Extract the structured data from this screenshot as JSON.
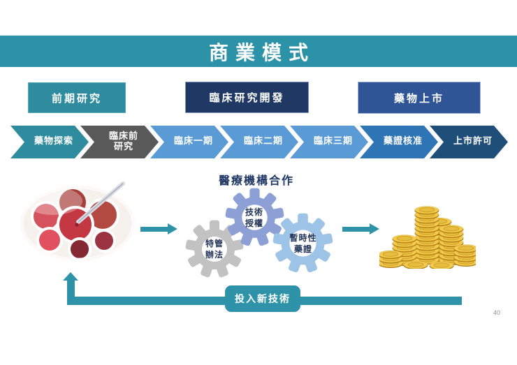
{
  "header": {
    "title": "商業模式"
  },
  "stages": [
    {
      "label": "前期研究",
      "bg": "#2E8C9E"
    },
    {
      "label": "臨床研究開發",
      "bg": "#1F3864"
    },
    {
      "label": "藥物上市",
      "bg": "#2F5597"
    }
  ],
  "process_steps": [
    {
      "label": "藥物探索",
      "bg": "#2E8C9E"
    },
    {
      "label": "臨床前\n研究",
      "bg": "#595959"
    },
    {
      "label": "臨床一期",
      "bg": "#5B9BD5"
    },
    {
      "label": "臨床二期",
      "bg": "#5B9BD5"
    },
    {
      "label": "臨床三期",
      "bg": "#5B9BD5"
    },
    {
      "label": "藥證核准",
      "bg": "#2E75B6"
    },
    {
      "label": "上市許可",
      "bg": "#1F4E79"
    }
  ],
  "collaboration": {
    "title": "醫療機構合作",
    "gears": [
      {
        "label": "技術\n授權",
        "color": "#8CA0D6"
      },
      {
        "label": "特管\n辦法",
        "color": "#C2C2C2"
      },
      {
        "label": "暫時性\n藥證",
        "color": "#9DC3E6"
      }
    ]
  },
  "feedback": {
    "label": "投入新技術"
  },
  "images": [
    {
      "name": "cell-culture-photo"
    },
    {
      "name": "gold-coins-photo"
    }
  ],
  "page": {
    "number": "40"
  },
  "colors": {
    "accent_teal": "#2E93A8",
    "title_bar": "#2B92A7",
    "dark_navy_text": "#1F3864"
  }
}
